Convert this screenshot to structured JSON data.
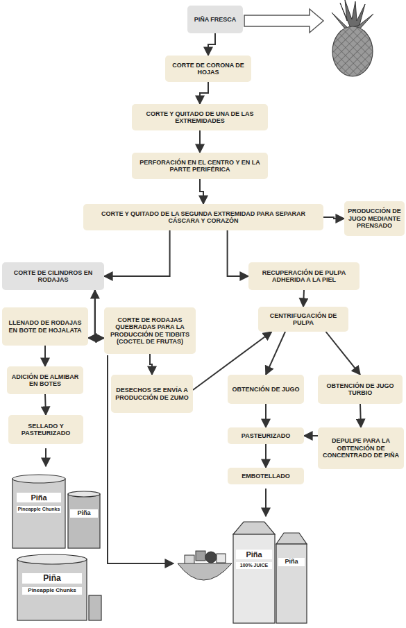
{
  "diagram": {
    "nodes": [
      {
        "text": [
          "PIÑA FRESCA"
        ]
      },
      {
        "text": [
          "CORTE DE CORONA DE HOJAS"
        ]
      },
      {
        "text": [
          "CORTE Y QUITADO DE UNA DE LAS EXTREMIDADES"
        ]
      },
      {
        "text": [
          "PERFORACIÓN EN EL CENTRO Y EN LA PARTE PERIFÉRICA"
        ]
      },
      {
        "text": [
          "CORTE Y QUITADO DE LA SEGUNDA EXTREMIDAD PARA SEPARAR CÁSCARA Y CORAZÓN"
        ]
      },
      {
        "text": [
          "PRODUCCIÓN DE JUGO MEDIANTE PRENSADO"
        ]
      },
      {
        "text": [
          "CORTE DE CILINDROS EN RODAJAS"
        ]
      },
      {
        "text": [
          "RECUPERACIÓN DE PULPA ADHERIDA A LA PIEL"
        ]
      },
      {
        "text": [
          "LLENADO DE RODAJAS EN BOTE DE HOJALATA"
        ]
      },
      {
        "text": [
          "CORTE DE RODAJAS QUEBRADAS PARA LA PRODUCCIÓN DE TIDBITS (COCTEL DE FRUTAS)"
        ]
      },
      {
        "text": [
          "CENTRIFUGACIÓN DE PULPA"
        ]
      },
      {
        "text": [
          "ADICIÓN DE ALMIBAR EN BOTES"
        ]
      },
      {
        "text": [
          "DESECHOS SE ENVÍA A PRODUCCIÓN DE ZUMO"
        ]
      },
      {
        "text": [
          "OBTENCIÓN DE JUGO"
        ]
      },
      {
        "text": [
          "OBTENCIÓN DE JUGO TURBIO"
        ]
      },
      {
        "text": [
          "SELLADO Y PASTEURIZADO"
        ]
      },
      {
        "text": [
          "PASTEURIZADO"
        ]
      },
      {
        "text": [
          "DEPULPE PARA LA OBTENCIÓN DE CONCENTRADO DE PIÑA"
        ]
      },
      {
        "text": [
          "EMBOTELLADO"
        ]
      }
    ],
    "edges": [
      {
        "from": 0,
        "to": 1,
        "arrow": "to"
      },
      {
        "from": 1,
        "to": 2,
        "arrow": "to"
      },
      {
        "from": 2,
        "to": 3,
        "arrow": "to"
      },
      {
        "from": 3,
        "to": 4,
        "arrow": "to"
      },
      {
        "from": 4,
        "to": 5,
        "arrow": "to"
      },
      {
        "from": 4,
        "to": 6,
        "arrow": "to"
      },
      {
        "from": 4,
        "to": 7,
        "arrow": "to"
      },
      {
        "from": 6,
        "to": 8,
        "arrow": "both"
      },
      {
        "from": 6,
        "to": 9,
        "arrow": "to"
      },
      {
        "from": 8,
        "to": 11,
        "arrow": "to"
      },
      {
        "from": 11,
        "to": 15,
        "arrow": "to"
      },
      {
        "from": 9,
        "to": 12,
        "arrow": "to"
      },
      {
        "from": 12,
        "to": 10,
        "arrow": "to"
      },
      {
        "from": 7,
        "to": 10,
        "arrow": "to"
      },
      {
        "from": 10,
        "to": 13,
        "arrow": "to"
      },
      {
        "from": 10,
        "to": 14,
        "arrow": "to"
      },
      {
        "from": 13,
        "to": 16,
        "arrow": "to"
      },
      {
        "from": 16,
        "to": 18,
        "arrow": "to"
      },
      {
        "from": 14,
        "to": 17,
        "arrow": "to"
      },
      {
        "from": 17,
        "to": 16,
        "arrow": "to"
      }
    ],
    "labels": [
      "Piña",
      "Pineapple Chunks",
      "Piña",
      "Piña",
      "Pineapple Chunks",
      "Piña",
      "100% JUICE",
      "Piña"
    ]
  }
}
